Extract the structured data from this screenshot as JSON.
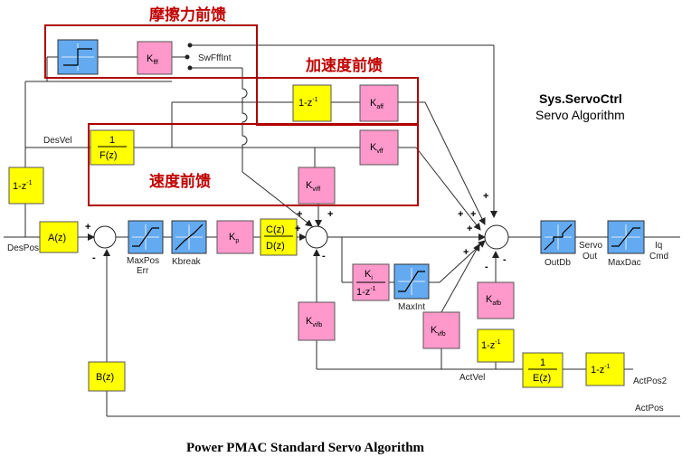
{
  "annotations": {
    "friction_ff": "摩擦力前馈",
    "accel_ff": "加速度前馈",
    "vel_ff": "速度前馈"
  },
  "header": {
    "title": "Sys.ServoCtrl",
    "subtitle": "Servo Algorithm"
  },
  "caption": "Power PMAC Standard Servo Algorithm",
  "signals": {
    "des_vel": "DesVel",
    "des_pos": "DesPos",
    "sw_ff_int": "SwFffInt",
    "act_vel": "ActVel",
    "act_pos": "ActPos",
    "act_pos2": "ActPos2",
    "maxpos_1": "MaxPos",
    "maxpos_2": "Err",
    "kbreak": "Kbreak",
    "maxint": "MaxInt",
    "outdb": "OutDb",
    "servo_1": "Servo",
    "servo_2": "Out",
    "maxdac": "MaxDac",
    "iq_1": "Iq",
    "iq_2": "Cmd"
  },
  "blocks": {
    "k": "K",
    "one_minus": "1-z",
    "neg_one": "-1",
    "one": "1",
    "a_z": "A(z)",
    "b_z": "B(z)",
    "c_z": "C(z)",
    "d_z": "D(z)",
    "f_z": "F(z)",
    "e_z": "E(z)",
    "sub_fff": "fff",
    "sub_aff": "aff",
    "sub_vff": "vff",
    "sub_viff": "viff",
    "sub_p": "p",
    "sub_i": "i",
    "sub_vifb": "vifb",
    "sub_vfb": "vfb",
    "sub_afb": "afb"
  },
  "signs": {
    "plus": "+",
    "minus": "-"
  }
}
